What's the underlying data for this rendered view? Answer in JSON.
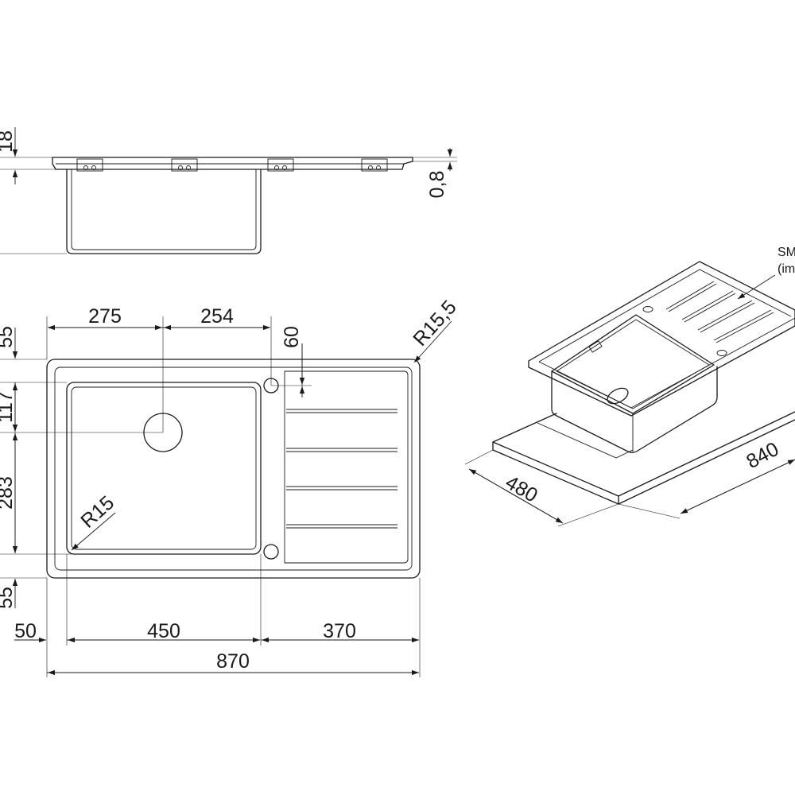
{
  "dimensions": {
    "side_view": {
      "flange_height": "18",
      "sheet_thickness": "0,8"
    },
    "plan_view": {
      "width_bowl_center": "275",
      "width_center_to_tap": "254",
      "tap_hole_offset": "60",
      "corner_radius": "R15,5",
      "top_margin": "55",
      "top_to_drain_center": "117",
      "drain_to_bottom": "283",
      "bottom_margin": "55",
      "bowl_corner_radius": "R15",
      "left_margin": "50",
      "bowl_width": "450",
      "drainer_width": "370",
      "overall_width": "870"
    },
    "iso_view": {
      "cutout_depth": "480",
      "cutout_width": "840",
      "callout_line1": "SM",
      "callout_line2": "(im"
    }
  }
}
